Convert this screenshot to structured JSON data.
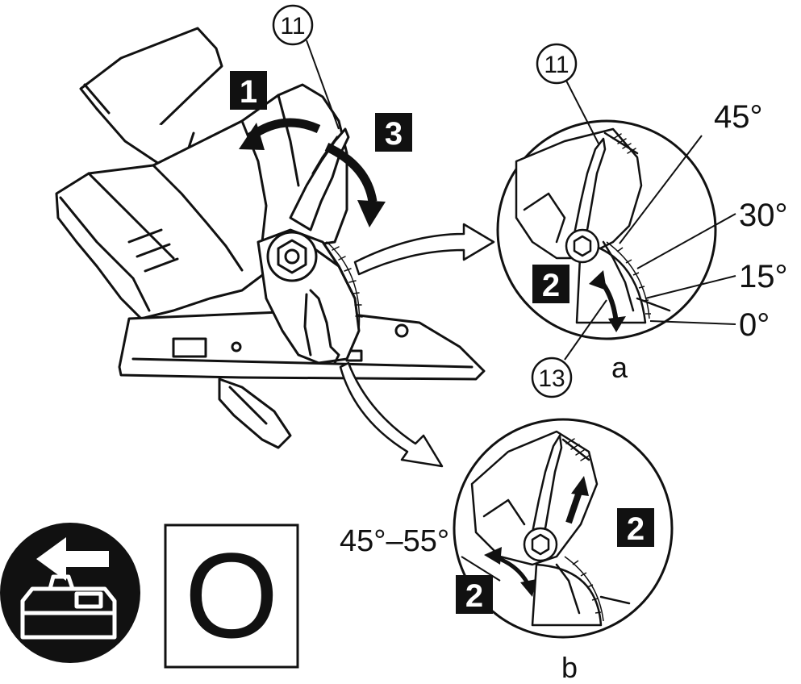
{
  "callouts": {
    "part_main": "11",
    "part_detail_a": "11",
    "part_detail_a_bottom": "13"
  },
  "steps": {
    "step1": "1",
    "step3": "3",
    "step2_a": "2",
    "step2_b_right": "2",
    "step2_b_left": "2"
  },
  "angles": {
    "a45": "45°",
    "a30": "30°",
    "a15": "15°",
    "a0": "0°",
    "range_b": "45°–55°"
  },
  "details": {
    "a": "a",
    "b": "b"
  },
  "symbols": {
    "battery_icon": "battery-removal-icon",
    "status_letter": "O"
  }
}
